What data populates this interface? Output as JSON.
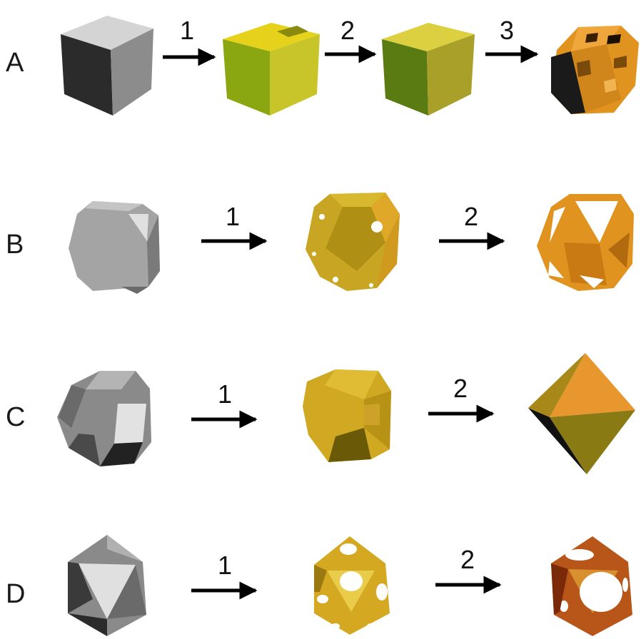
{
  "rows": [
    {
      "label": "A",
      "steps": [
        "1",
        "2",
        "3"
      ]
    },
    {
      "label": "B",
      "steps": [
        "1",
        "2"
      ]
    },
    {
      "label": "C",
      "steps": [
        "1",
        "2"
      ]
    },
    {
      "label": "D",
      "steps": [
        "1",
        "2"
      ]
    }
  ],
  "colors": {
    "gray_light": "#d4d4d4",
    "gray_mid": "#8c8c8c",
    "gray_dark": "#2b2b2b",
    "yellow_top": "#e0cc1e",
    "yellow_side": "#9aa31a",
    "olive_front": "#5a7a12",
    "gold": "#d4a82e",
    "orange": "#e0941f",
    "orange_dark": "#7a4a0a",
    "rust": "#b8561a",
    "white": "#ffffff",
    "arrow": "#000000"
  }
}
